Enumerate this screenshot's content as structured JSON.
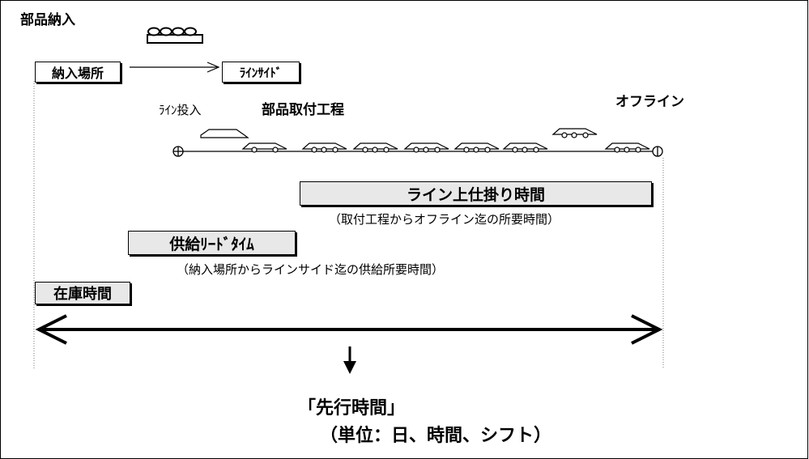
{
  "title": "部品納入",
  "boxes": {
    "delivery_location": "納入場所",
    "line_side": "ﾗｲﾝｻｲﾄﾞ",
    "line_wip_time": "ライン上仕掛り時間",
    "supply_lead_time": "供給ﾘｰﾄﾞﾀｲﾑ",
    "inventory_time": "在庫時間"
  },
  "labels": {
    "line_input": "ﾗｲﾝ投入",
    "assembly_process": "部品取付工程",
    "offline": "オフライン",
    "line_wip_note": "（取付工程からオフライン迄の所要時間）",
    "supply_note": "（納入場所からラインサイド迄の供給所要時間）"
  },
  "result": {
    "title": "「先行時間」",
    "units": "（単位：日、時間、シフト）"
  }
}
